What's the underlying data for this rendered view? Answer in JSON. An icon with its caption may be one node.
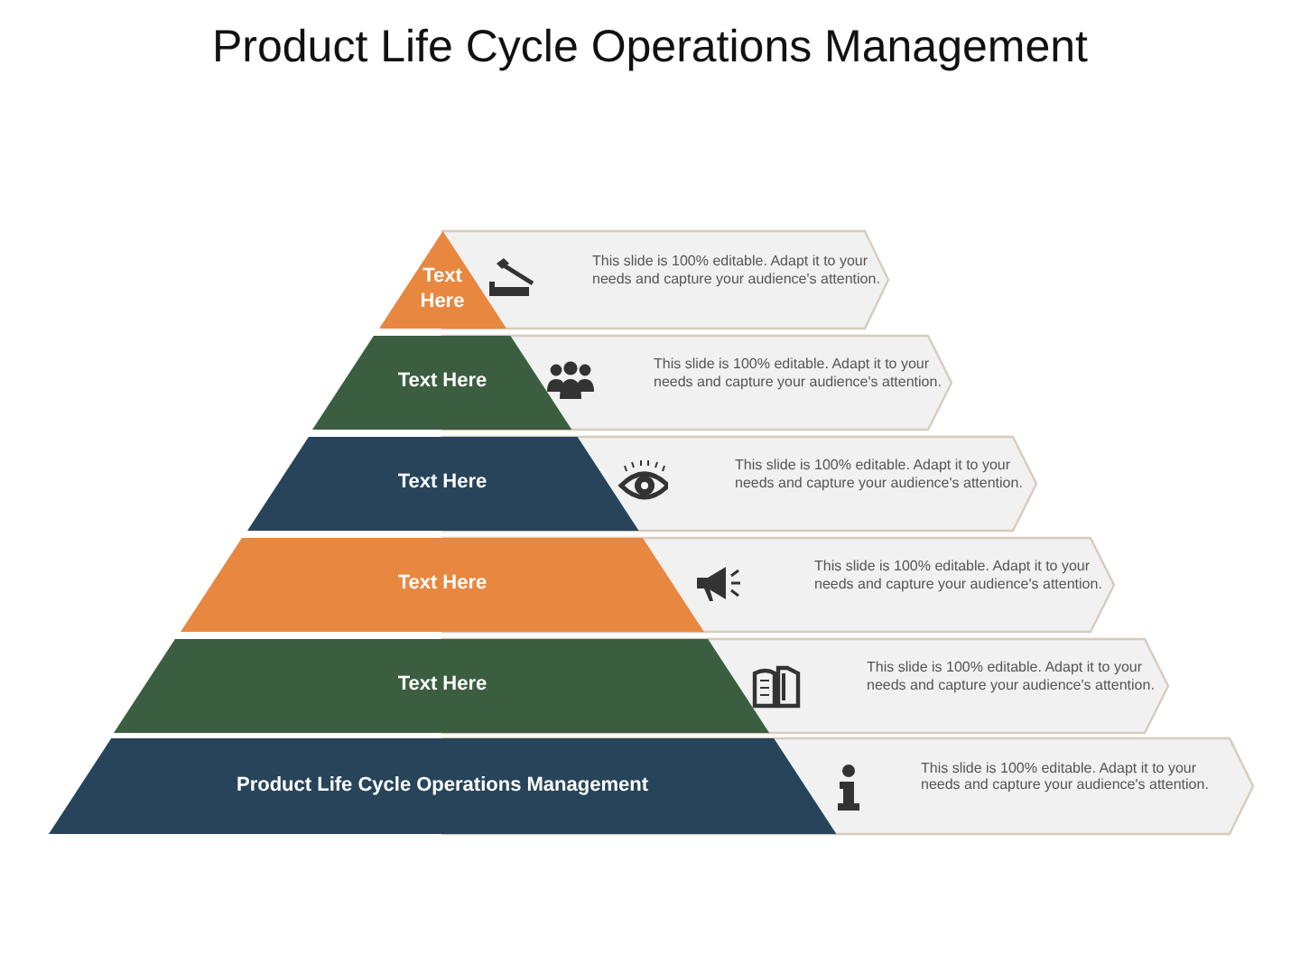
{
  "diagram": {
    "title": "Product Life Cycle Operations Management",
    "nodes": [
      {
        "text": [
          "Text Here"
        ]
      },
      {
        "text": [
          "This slide is 100% editable. Adapt it to your needs and capture your audience's attention."
        ]
      },
      {
        "text": [
          "Text Here"
        ]
      },
      {
        "text": [
          "This slide is 100% editable. Adapt it to your needs and capture your audience's attention."
        ]
      },
      {
        "text": [
          "Text Here"
        ]
      },
      {
        "text": [
          "This slide is 100% editable. Adapt it to your needs and capture your audience's attention."
        ]
      },
      {
        "text": [
          "Text Here"
        ]
      },
      {
        "text": [
          "This slide is 100% editable. Adapt it to your needs and capture your audience's attention."
        ]
      },
      {
        "text": [
          "Text Here"
        ]
      },
      {
        "text": [
          "This slide is 100% editable. Adapt it to your needs and capture your audience's attention."
        ]
      },
      {
        "text": [
          "Product Life Cycle Operations Management"
        ]
      },
      {
        "text": [
          "This slide is 100% editable. Adapt it to your needs and capture your audience's attention."
        ]
      }
    ],
    "edges": []
  }
}
